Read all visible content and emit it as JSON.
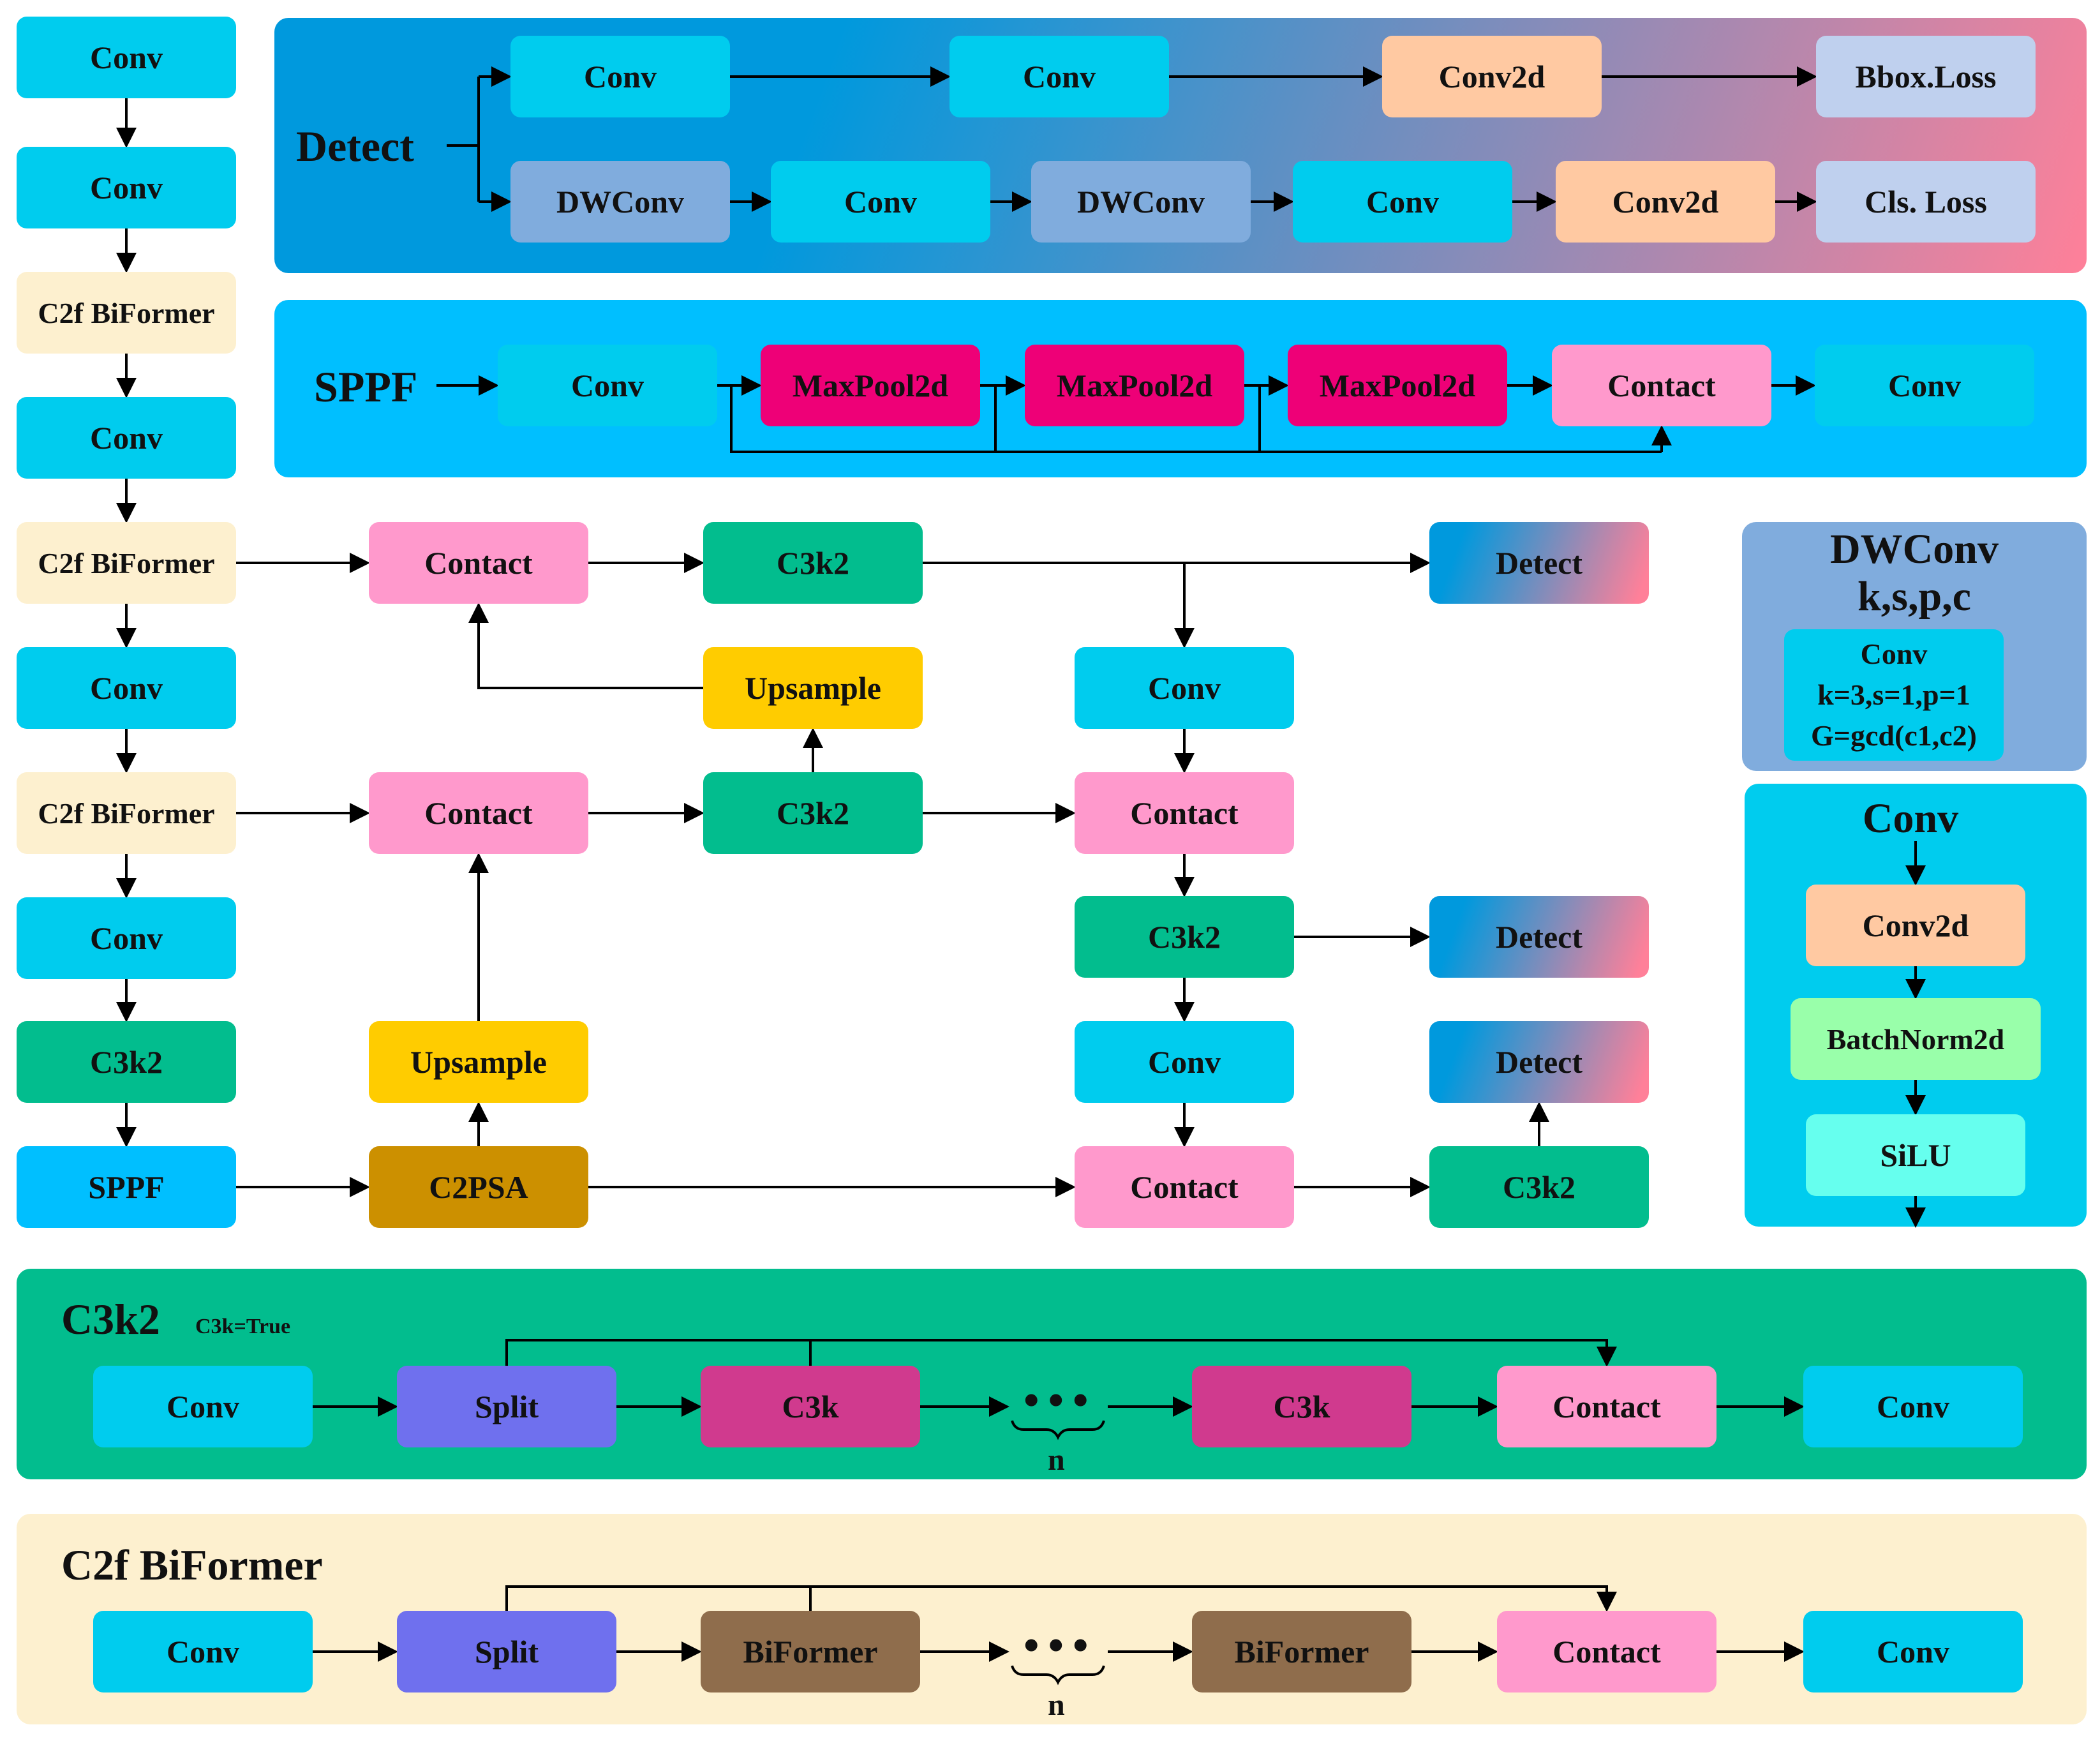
{
  "colors": {
    "conv": "#00CCEE",
    "c2f": "#FDF0CF",
    "c3k2": "#02BD8E",
    "sppf_box": "#00BFFF",
    "contact": "#FF99CC",
    "upsample": "#FFCC00",
    "c2psa": "#CC9000",
    "conv2d": "#FFC9A2",
    "loss": "#BFD0EE",
    "dwconv": "#80ACDD",
    "maxpool": "#EE0077",
    "split": "#6F70EE",
    "c3k": "#D03A8E",
    "biformer": "#8F6D4C",
    "batchnorm": "#99FFAA",
    "silu": "#66FFEE",
    "panel_sppf": "#00BFFF",
    "panel_c3k2": "#02BD8E",
    "panel_c2f": "#FDF0CF",
    "panel_dwconv": "#80ACDD",
    "panel_conv": "#00CCEE",
    "detect_start": "#0099DD",
    "detect_end": "#FF8099"
  },
  "backbone": [
    "Conv",
    "Conv",
    "C2f BiFormer",
    "Conv",
    "C2f BiFormer",
    "Conv",
    "C2f BiFormer",
    "Conv",
    "C3k2",
    "SPPF"
  ],
  "detect_panel": {
    "title": "Detect",
    "row1": [
      "Conv",
      "Conv",
      "Conv2d",
      "Bbox.Loss"
    ],
    "row2": [
      "DWConv",
      "Conv",
      "DWConv",
      "Conv",
      "Conv2d",
      "Cls. Loss"
    ]
  },
  "sppf_panel": {
    "title": "SPPF",
    "boxes": [
      "Conv",
      "MaxPool2d",
      "MaxPool2d",
      "MaxPool2d",
      "Contact",
      "Conv"
    ]
  },
  "neck": {
    "contact_a": "Contact",
    "c3k2_a": "C3k2",
    "detect_a": "Detect",
    "upsample_a": "Upsample",
    "conv_a": "Conv",
    "contact_b": "Contact",
    "c3k2_b": "C3k2",
    "contact_c": "Contact",
    "c3k2_c": "C3k2",
    "detect_b": "Detect",
    "upsample_b": "Upsample",
    "conv_b": "Conv",
    "detect_c": "Detect",
    "c2psa": "C2PSA",
    "contact_d": "Contact",
    "c3k2_d": "C3k2"
  },
  "dwconv_panel": {
    "title_line1": "DWConv",
    "title_line2": "k,s,p,c",
    "inner_line1": "Conv",
    "inner_line2": "k=3,s=1,p=1",
    "inner_line3": "G=gcd(c1,c2)"
  },
  "conv_panel": {
    "title": "Conv",
    "boxes": [
      "Conv2d",
      "BatchNorm2d",
      "SiLU"
    ]
  },
  "c3k2_panel": {
    "title": "C3k2",
    "subtitle": "C3k=True",
    "boxes": [
      "Conv",
      "Split",
      "C3k",
      "C3k",
      "Contact",
      "Conv"
    ],
    "n_label": "n"
  },
  "c2f_panel": {
    "title": "C2f BiFormer",
    "boxes": [
      "Conv",
      "Split",
      "BiFormer",
      "BiFormer",
      "Contact",
      "Conv"
    ],
    "n_label": "n"
  }
}
